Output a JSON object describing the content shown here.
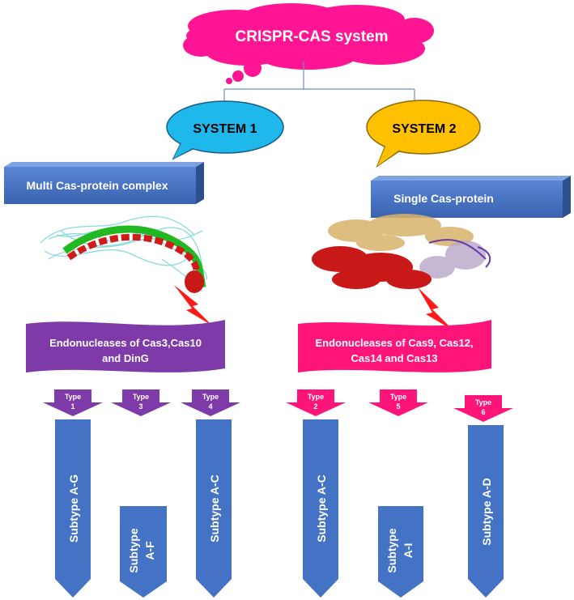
{
  "title": "CRISPR-CAS system",
  "colors": {
    "cloud": "#ff1493",
    "system1": "#1fb8ea",
    "system2": "#ffc000",
    "box": "#4472c4",
    "banner1": "#7d3aa8",
    "banner2": "#ff1579",
    "bolt": "#ff1a1a"
  },
  "systems": [
    {
      "name": "SYSTEM 1",
      "protein": "Multi Cas-protein complex",
      "endonucleases": [
        "Endonucleases of Cas3,Cas10",
        "and DinG"
      ],
      "types": [
        {
          "label": "Type",
          "number": "1",
          "subtype": "Subtype A-G"
        },
        {
          "label": "Type",
          "number": "3",
          "subtype": "Subtype A-F"
        },
        {
          "label": "Type",
          "number": "4",
          "subtype": "Subtype A-C"
        }
      ]
    },
    {
      "name": "SYSTEM 2",
      "protein": "Single Cas-protein",
      "endonucleases": [
        "Endonucleases of Cas9, Cas12,",
        "Cas14 and Cas13"
      ],
      "types": [
        {
          "label": "Type",
          "number": "2",
          "subtype": "Subtype A-C"
        },
        {
          "label": "Type",
          "number": "5",
          "subtype": "Subtype A-I"
        },
        {
          "label": "Type",
          "number": "6",
          "subtype": "Subtype A-D"
        }
      ]
    }
  ]
}
